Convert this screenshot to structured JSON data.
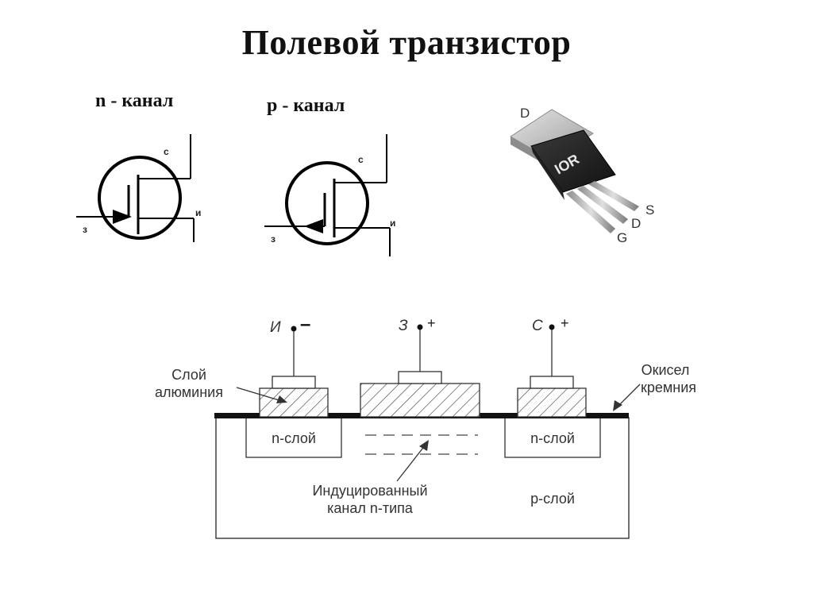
{
  "title": "Полевой транзистор",
  "symbols": {
    "n_channel": {
      "title": "n - канал",
      "drain": "с",
      "source": "и",
      "gate": "з"
    },
    "p_channel": {
      "title": "p - канал",
      "drain": "с",
      "source": "и",
      "gate": "з"
    }
  },
  "package": {
    "logo": "IOR",
    "tab_label": "D",
    "pins": {
      "source": "S",
      "drain": "D",
      "gate": "G"
    }
  },
  "cross_section": {
    "terminals": {
      "source": {
        "letter": "И",
        "sign": "–"
      },
      "gate": {
        "letter": "З",
        "sign": "+"
      },
      "drain": {
        "letter": "С",
        "sign": "+"
      }
    },
    "labels": {
      "aluminium_line1": "Слой",
      "aluminium_line2": "алюминия",
      "oxide_line1": "Окисел",
      "oxide_line2": "кремния",
      "n_left": "n-слой",
      "n_right": "n-слой",
      "p_layer": "р-слой",
      "channel_line1": "Индуцированный",
      "channel_line2": "канал n-типа"
    }
  }
}
